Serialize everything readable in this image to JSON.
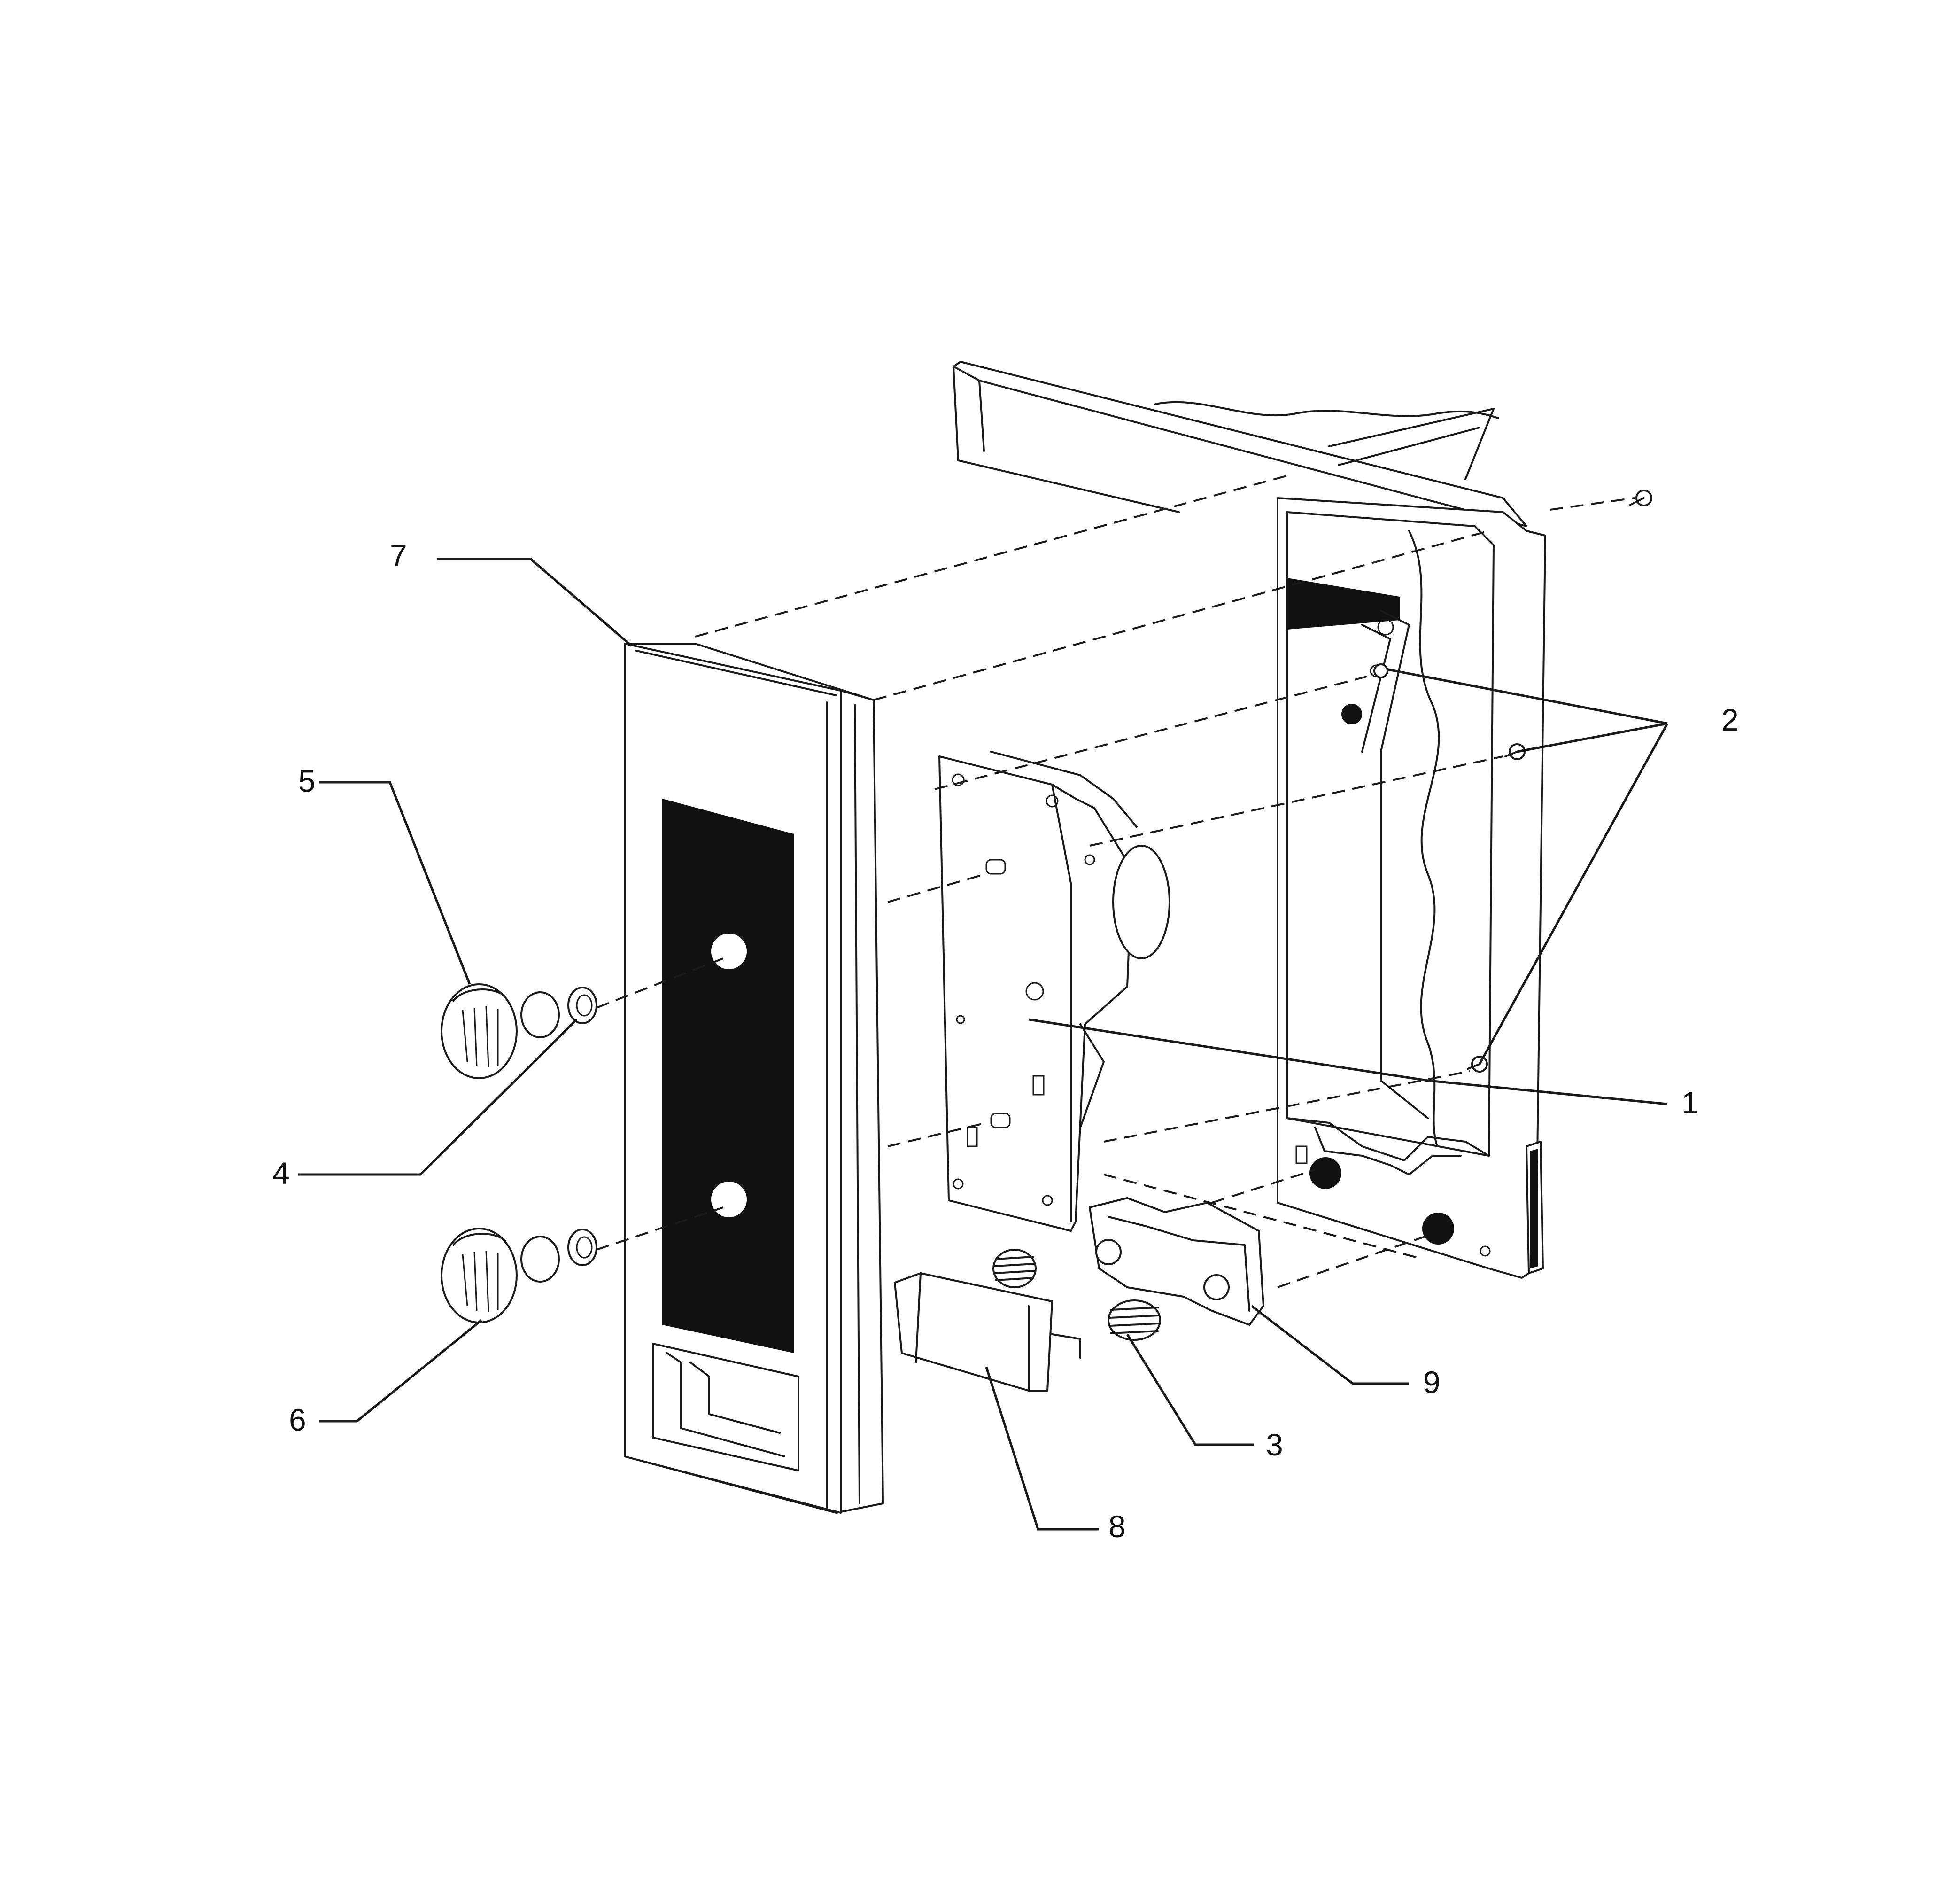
{
  "callouts": [
    {
      "id": "1",
      "text": "1"
    },
    {
      "id": "2",
      "text": "2"
    },
    {
      "id": "3",
      "text": "3"
    },
    {
      "id": "4",
      "text": "4"
    },
    {
      "id": "5",
      "text": "5"
    },
    {
      "id": "6",
      "text": "6"
    },
    {
      "id": "7",
      "text": "7"
    },
    {
      "id": "8",
      "text": "8"
    },
    {
      "id": "9",
      "text": "9"
    }
  ],
  "colors": {
    "line": "#1a1a1a",
    "panel_fill": "#111111",
    "background": "#ffffff"
  }
}
